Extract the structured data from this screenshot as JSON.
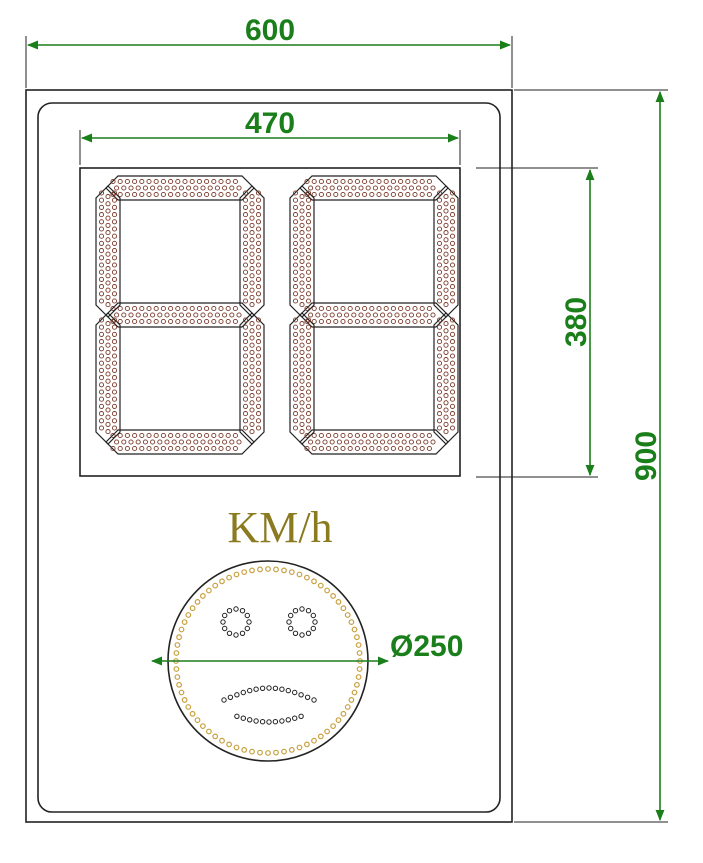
{
  "dimensions": {
    "overall_width": "600",
    "display_width": "470",
    "display_height": "380",
    "overall_height": "900",
    "circle_diameter": "Ø250"
  },
  "display": {
    "digits_shown": 2,
    "digit_glyph": "8"
  },
  "unit_label": "KM/h",
  "colors": {
    "dimension_lines": "#1a7f1a",
    "outline": "#222222",
    "segment_leds": "#7a3a2a",
    "unit_text": "#8a7a20",
    "face_leds": "#c8a040"
  }
}
